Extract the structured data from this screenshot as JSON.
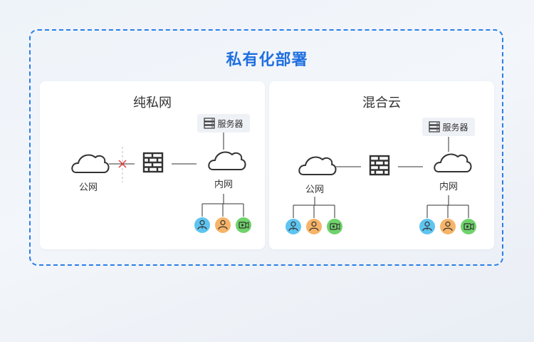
{
  "title": "私有化部署",
  "panels": [
    {
      "title": "纯私网",
      "public_label": "公网",
      "server_label": "服务器",
      "intranet_label": "内网",
      "icons": [
        "cloud-icon",
        "firewall-icon",
        "server-icon",
        "user-icon",
        "camera-icon",
        "blocked-connection-icon"
      ]
    },
    {
      "title": "混合云",
      "public_label": "公网",
      "server_label": "服务器",
      "intranet_label": "内网",
      "icons": [
        "cloud-icon",
        "firewall-icon",
        "server-icon",
        "user-icon",
        "camera-icon"
      ]
    }
  ],
  "colors": {
    "accent": "#1f6fe0",
    "frame": "#2b7de9",
    "user_blue": "#5ec4f0",
    "user_orange": "#f6b468",
    "camera_green": "#6fd36b",
    "block_red": "#e53935"
  }
}
